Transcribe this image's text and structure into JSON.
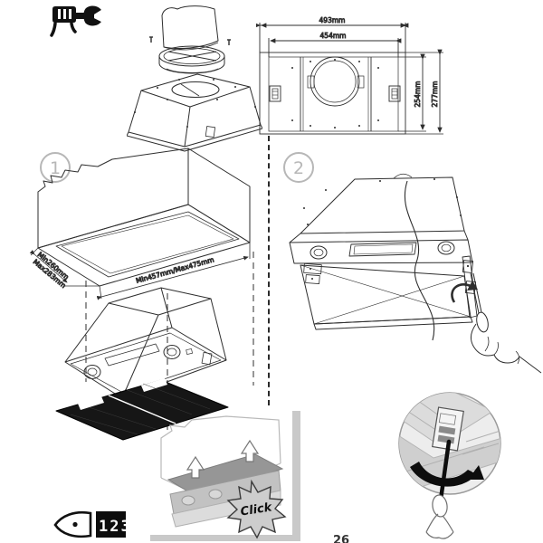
{
  "page": {
    "type": "cooker-hood-installation-diagram",
    "footer_fragment": "26"
  },
  "icons": {
    "tools_icon": "fork-and-wrench-icon",
    "order_icon": "eye-and-step-counter-icon",
    "order_digits": "123"
  },
  "top_view_dimensions": {
    "width_outer": "493mm",
    "width_inner": "454mm",
    "depth_inner": "254mm",
    "depth_outer": "277mm"
  },
  "step1": {
    "badge": "1",
    "cutout_width_label": "Min457mm/Max475mm",
    "cutout_depth_label_min": "Min260mm",
    "cutout_depth_label_max": "Max283mm"
  },
  "step2": {
    "badge": "2"
  },
  "filter_inset": {
    "click_label": "Click"
  },
  "colors": {
    "line": "#2e2e2e",
    "light_line": "#b7b7b7",
    "filter_black": "#161616",
    "inset_gray": "#c9c9c9",
    "slab_gray": "#969696",
    "burst_gray": "#cdcdcd"
  }
}
